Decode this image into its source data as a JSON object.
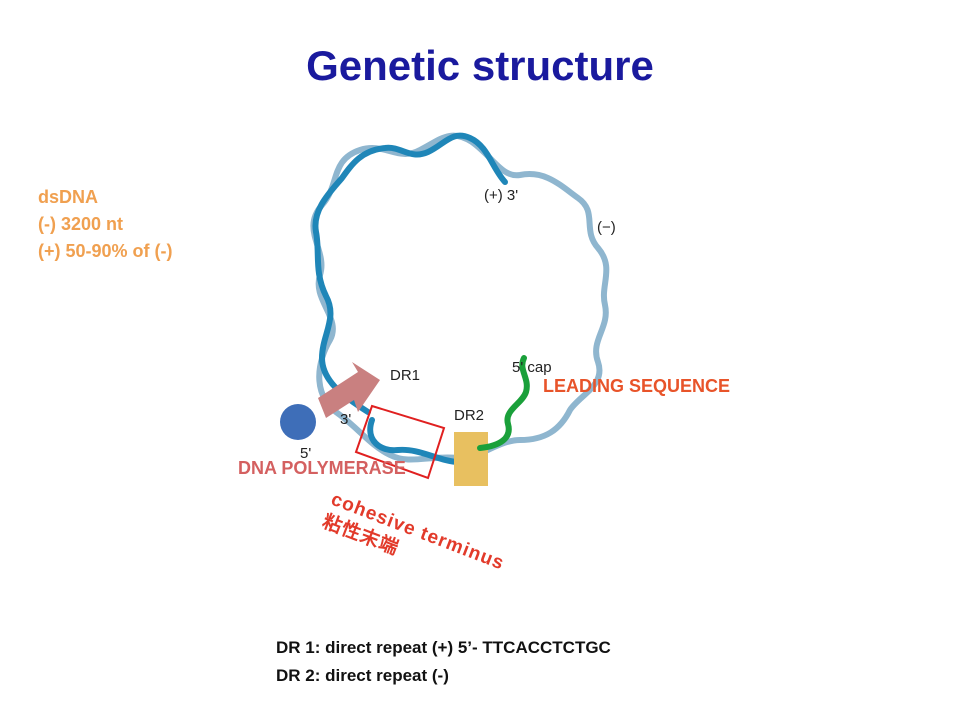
{
  "title": "Genetic structure",
  "genome_info": [
    "dsDNA",
    "(-) 3200 nt",
    "(+) 50-90% of (-)"
  ],
  "diagram_labels": {
    "plus_3": "(+) 3'",
    "minus": "(−)",
    "five_cap": "5' cap",
    "dr1": "DR1",
    "dr2": "DR2",
    "three_prime": "3'",
    "five_prime": "5'"
  },
  "annotations": {
    "leading_sequence": "LEADING SEQUENCE",
    "dna_polymerase": "DNA POLYMERASE",
    "cohesive_en": "cohesive terminus",
    "cohesive_zh": "粘性末端"
  },
  "footer": [
    "DR 1: direct repeat (+)  5’- TTCACCTCTGC",
    "DR 2: direct repeat (-)"
  ],
  "colors": {
    "title": "#1a1a9e",
    "info": "#f0a050",
    "minus_strand": "#8fb6cf",
    "plus_strand": "#1f86b8",
    "leading_green": "#1aa03a",
    "polymerase_blue": "#3e6eb8",
    "dr1_arrow": "#c98080",
    "dr2_box": "#e8c060",
    "highlight_box": "#e02020"
  }
}
